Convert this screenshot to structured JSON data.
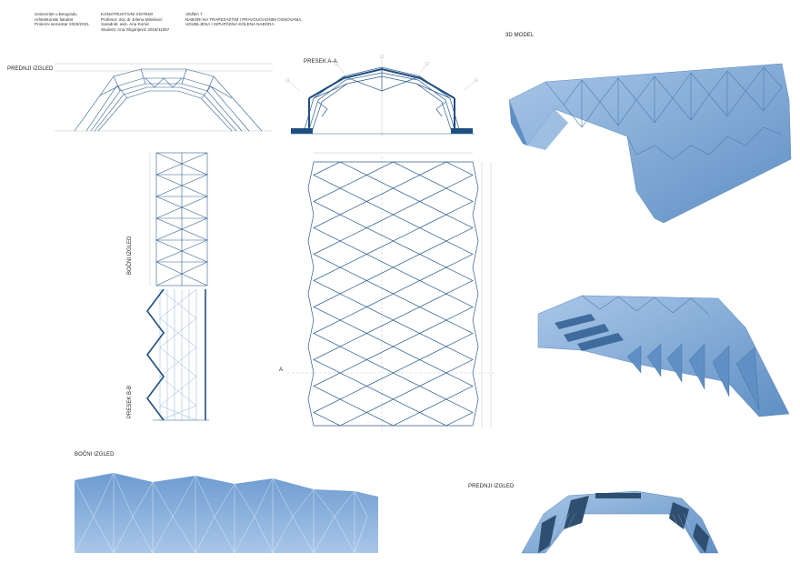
{
  "header": {
    "institution": [
      "Univerzitet u Beogradu",
      "Arhitektonski fakultet",
      "Prolećni semestar 2020/2021."
    ],
    "course": [
      "KONSTRUKTIVNI SISTEMI",
      "Profesor: doc dr Jelena Milošević",
      "Saradnik: asis. Ana Komić",
      "Student: Ana Gligorijević 2018/11087"
    ],
    "exercise": [
      "VEŽBA 7",
      "NABORI NA TRAPEZASTIM I PRAVOUGAONIM OSNOVAMA,",
      "UDUBLJENA I ISPUPČENA KOLENA NABORA"
    ]
  },
  "labels": {
    "front_view_top": "PREDNJI IZGLED",
    "section_aa": "PRESEK A-A",
    "model_3d": "3D MODEL",
    "side_view_vertical": "BOČNI IZGLED",
    "section_bb": "PRESEK B-B",
    "side_view_bottom": "BOČNI IZGLED",
    "front_view_bottom": "PREDNJI IZGLED",
    "axis_a": "A"
  },
  "colors": {
    "line_blue": "#2f5f8f",
    "light_blue": "#8fb3d9",
    "model_blue": "#7aa6d6",
    "model_dark": "#3f6c9c",
    "dim_gray": "#b3b3b3"
  }
}
